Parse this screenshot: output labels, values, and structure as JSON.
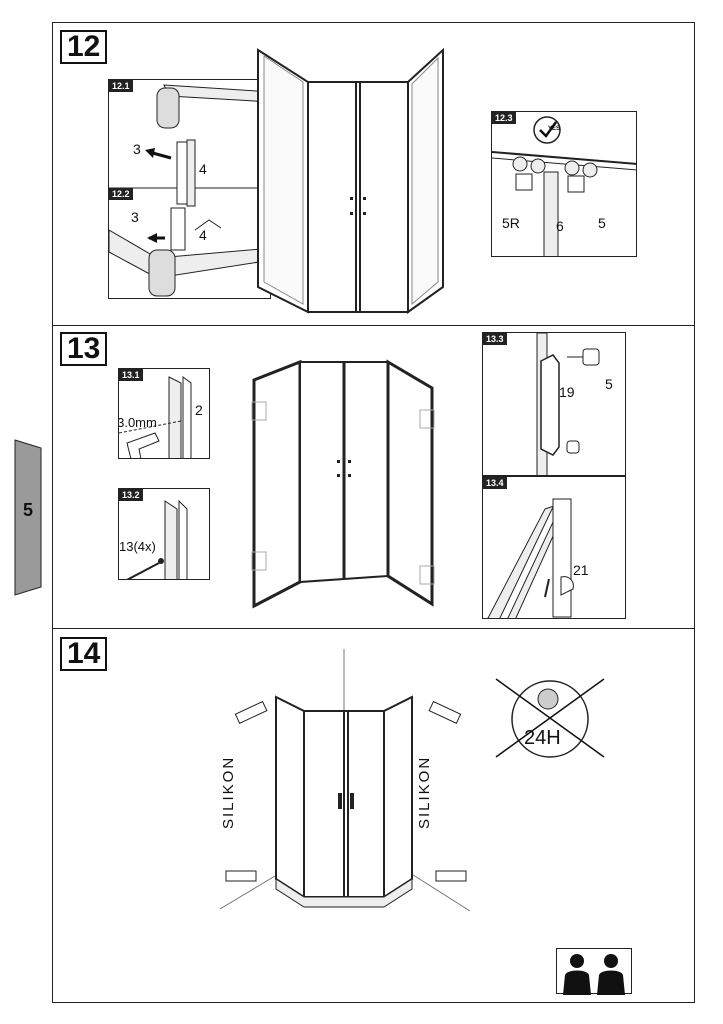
{
  "page": {
    "side_tab_number": "5"
  },
  "step12": {
    "number": "12",
    "inset_1": {
      "tag": "12.1",
      "label_left": "3",
      "label_right": "4"
    },
    "inset_2": {
      "tag": "12.2",
      "label_left": "3",
      "label_right": "4"
    },
    "inset_3": {
      "tag": "12.3",
      "label_a": "5R",
      "label_b": "6",
      "label_c": "5",
      "check_text": "YES"
    }
  },
  "step13": {
    "number": "13",
    "inset_1": {
      "tag": "13.1",
      "drill_label": "Ø3.0mm",
      "part_label": "2"
    },
    "inset_2": {
      "tag": "13.2",
      "screw_label": "13(4x)"
    },
    "inset_3": {
      "tag": "13.3",
      "part_a": "19",
      "part_b": "5"
    },
    "inset_4": {
      "tag": "13.4",
      "part": "21"
    }
  },
  "step14": {
    "number": "14",
    "silikon_left": "SILIKON",
    "silikon_right": "SILIKON",
    "wait_label": "24H"
  },
  "colors": {
    "line": "#222222",
    "tab_fill": "#9a9a9a"
  }
}
